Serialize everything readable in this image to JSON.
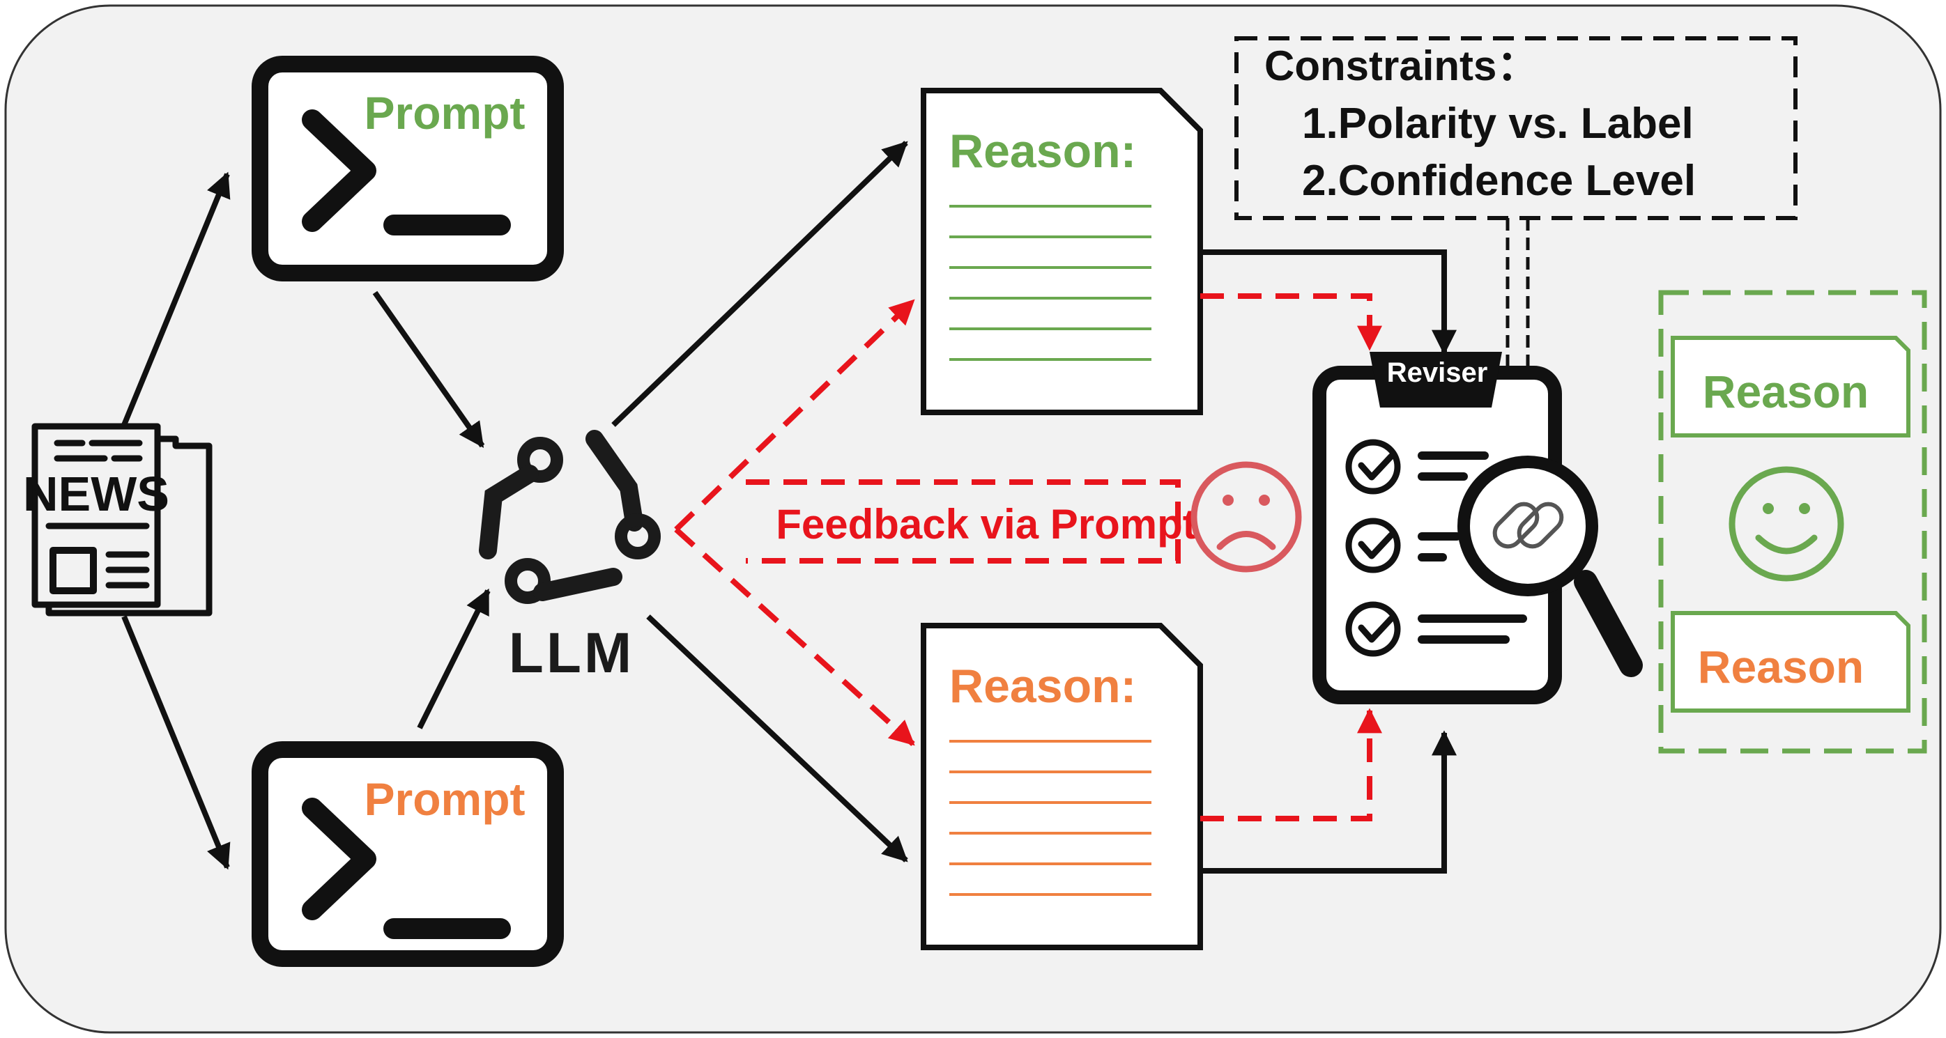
{
  "prompt_top": "Prompt",
  "prompt_bottom": "Prompt",
  "news_label": "NEWS",
  "llm_label": "LLM",
  "reason_top": "Reason:",
  "reason_bottom": "Reason:",
  "feedback_label": "Feedback via Prompt",
  "reviser_label": "Reviser",
  "constraints": {
    "title": "Constraints：",
    "item1": "1.Polarity vs. Label",
    "item2": "2.Confidence Level"
  },
  "result_reason_top": "Reason",
  "result_reason_bottom": "Reason",
  "colors": {
    "green": "#6aa84f",
    "orange": "#f08040",
    "red": "#e8141c",
    "sad_red": "#d9595e",
    "ink": "#111111",
    "panel": "#f2f2f2"
  }
}
